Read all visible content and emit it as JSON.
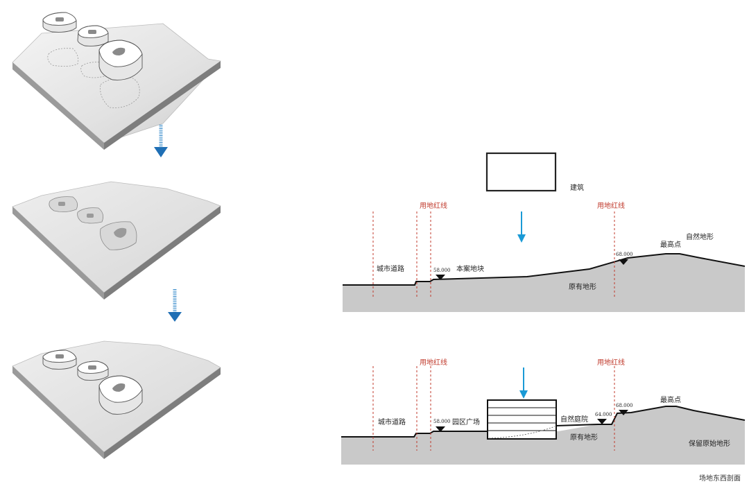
{
  "section_top": {
    "building": "建筑",
    "redline_left": "用地红线",
    "redline_right": "用地红线",
    "city_road": "城市道路",
    "elev_left": "58.000",
    "site": "本案地块",
    "elev_right": "68.000",
    "highest_point": "最高点",
    "natural_terrain": "自然地形",
    "original_terrain": "原有地形"
  },
  "section_bottom": {
    "redline_left": "用地红线",
    "redline_right": "用地红线",
    "city_road": "城市道路",
    "elev_left": "58.000",
    "plaza": "园区广场",
    "natural_courtyard": "自然庭院",
    "elev_mid": "64.000",
    "elev_right": "68.000",
    "highest_point": "最高点",
    "original_terrain": "原有地形",
    "preserved_terrain": "保留原始地形"
  },
  "caption": "场地东西剖面",
  "colors": {
    "redline": "#c0392b",
    "arrow_blue": "#1a9ad6",
    "dark_blue": "#1f6fb5",
    "ground": "#c8c8c8"
  }
}
